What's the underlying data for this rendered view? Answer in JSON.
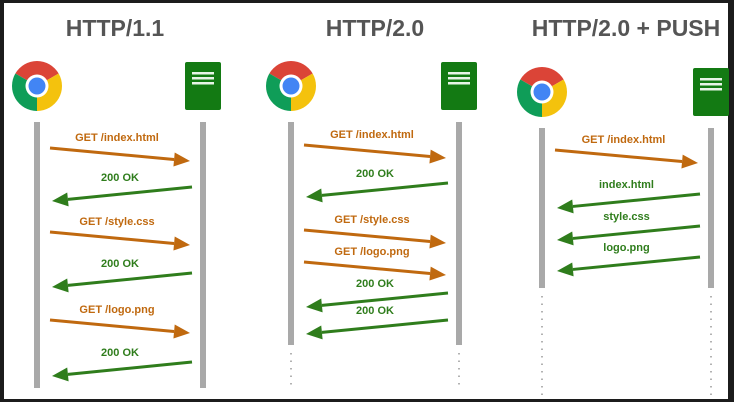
{
  "colors": {
    "request": "#c0690f",
    "response": "#2f7d1c",
    "server": "#137a13",
    "lifeline": "#a9a9a9"
  },
  "columns": [
    {
      "title": "HTTP/1.1",
      "messages": [
        {
          "label": "GET /index.html",
          "type": "request"
        },
        {
          "label": "200 OK",
          "type": "response"
        },
        {
          "label": "GET /style.css",
          "type": "request"
        },
        {
          "label": "200 OK",
          "type": "response"
        },
        {
          "label": "GET /logo.png",
          "type": "request"
        },
        {
          "label": "200 OK",
          "type": "response"
        }
      ]
    },
    {
      "title": "HTTP/2.0",
      "messages": [
        {
          "label": "GET /index.html",
          "type": "request"
        },
        {
          "label": "200 OK",
          "type": "response"
        },
        {
          "label": "GET /style.css",
          "type": "request"
        },
        {
          "label": "GET /logo.png",
          "type": "request"
        },
        {
          "label": "200 OK",
          "type": "response"
        },
        {
          "label": "200 OK",
          "type": "response"
        }
      ]
    },
    {
      "title": "HTTP/2.0 + PUSH",
      "messages": [
        {
          "label": "GET /index.html",
          "type": "request"
        },
        {
          "label": "index.html",
          "type": "response"
        },
        {
          "label": "style.css",
          "type": "response"
        },
        {
          "label": "logo.png",
          "type": "response"
        }
      ]
    }
  ]
}
